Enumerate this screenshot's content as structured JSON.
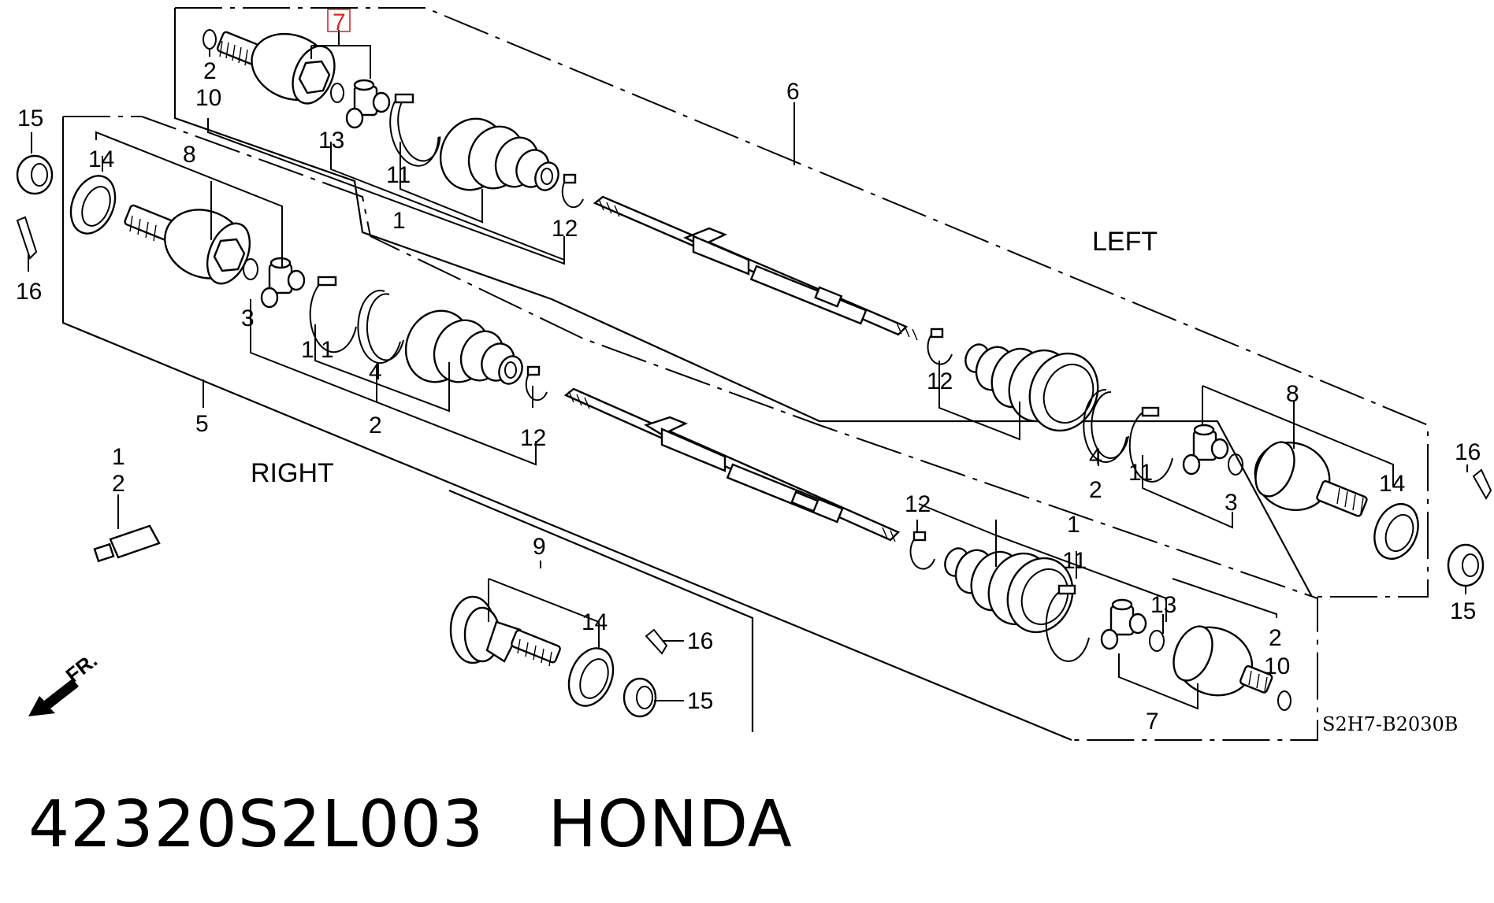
{
  "caption": {
    "part_number": "42320S2L003",
    "brand": "HONDA"
  },
  "diagram": {
    "code": "S2H7-B2030B",
    "direction_label": "FR.",
    "side_labels": {
      "left": "LEFT",
      "right": "RIGHT"
    },
    "highlight_color": "#d62828",
    "callouts": {
      "c7_top": "7",
      "c2_top": "2",
      "c10_top": "10",
      "c13_top": "13",
      "c11_top": "11",
      "c1_top": "1",
      "c12_top": "12",
      "c6": "6",
      "c15_l": "15",
      "c16_l": "16",
      "c14_l": "14",
      "c8_l": "8",
      "c3_l": "3",
      "c11_mid": "1 1",
      "c4_l": "4",
      "c2_l": "2",
      "c12_l": "12",
      "c5": "5",
      "c12_r": "12",
      "c4_r": "4",
      "c2_r": "2",
      "c11_r": "11",
      "c8_r": "8",
      "c14_r": "14",
      "c3_r": "3",
      "c16_r": "16",
      "c15_r": "15",
      "c1_grease": "1",
      "c2_grease": "2",
      "c9": "9",
      "c14_b": "14",
      "c16_b": "16",
      "c15_b": "15",
      "c12_lr": "12",
      "c1_lr": "1",
      "c11_lr": "11",
      "c13_lr": "13",
      "c2_lr": "2",
      "c10_lr": "10",
      "c7_lr": "7"
    }
  }
}
